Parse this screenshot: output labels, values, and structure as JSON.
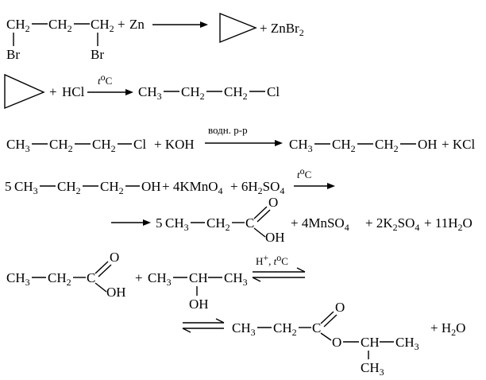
{
  "reactions": [
    {
      "id": "r1",
      "reactant_ch2": "CH",
      "reactant_sub": "2",
      "br": "Br",
      "plus": "+",
      "zn": "Zn",
      "product_plus": "+ ZnBr",
      "product_sub": "2"
    },
    {
      "id": "r2",
      "plus": "+",
      "hcl": "HCl",
      "condition_t": "t",
      "condition_o": "o",
      "condition_c": "C",
      "ch3": "CH",
      "ch3_sub": "3",
      "ch2": "CH",
      "ch2_sub": "2",
      "cl": "Cl"
    },
    {
      "id": "r3",
      "ch": "CH",
      "sub3": "3",
      "sub2": "2",
      "cl": "Cl",
      "koh": "+ KOH",
      "condition": "водн. р-р",
      "oh": "OH",
      "kcl": "+ KCl"
    },
    {
      "id": "r4",
      "coef5": "5",
      "ch": "CH",
      "sub3": "3",
      "sub2": "2",
      "oh": "OH",
      "kmno4_pre": "+ 4KMnO",
      "kmno4_sub": "4",
      "h2so4_pre": "+ 6H",
      "h2so4_mid": "SO",
      "sub4": "4",
      "condition_t": "t",
      "condition_o": "o",
      "condition_c": "C"
    },
    {
      "id": "r4b",
      "coef5": "5",
      "ch": "CH",
      "sub3": "3",
      "sub2": "2",
      "c": "C",
      "o": "O",
      "oh": "OH",
      "mnso4_pre": "+ 4MnSO",
      "sub4": "4",
      "k2so4_pre": "+ 2K",
      "k2so4_mid": "SO",
      "water_pre": "+ 11H",
      "water_o": "O"
    },
    {
      "id": "r5",
      "ch": "CH",
      "sub3": "3",
      "sub2": "2",
      "c": "C",
      "o": "O",
      "oh": "OH",
      "plus": "+",
      "chh": "CH",
      "condition_h": "H",
      "condition_plus": "+",
      "condition_sep": ", ",
      "condition_t": "t",
      "condition_o": "o",
      "condition_c": "C"
    },
    {
      "id": "r5b",
      "ch": "CH",
      "sub3": "3",
      "sub2": "2",
      "c": "C",
      "o": "O",
      "water_pre": "+ H",
      "water_o": "O"
    }
  ]
}
